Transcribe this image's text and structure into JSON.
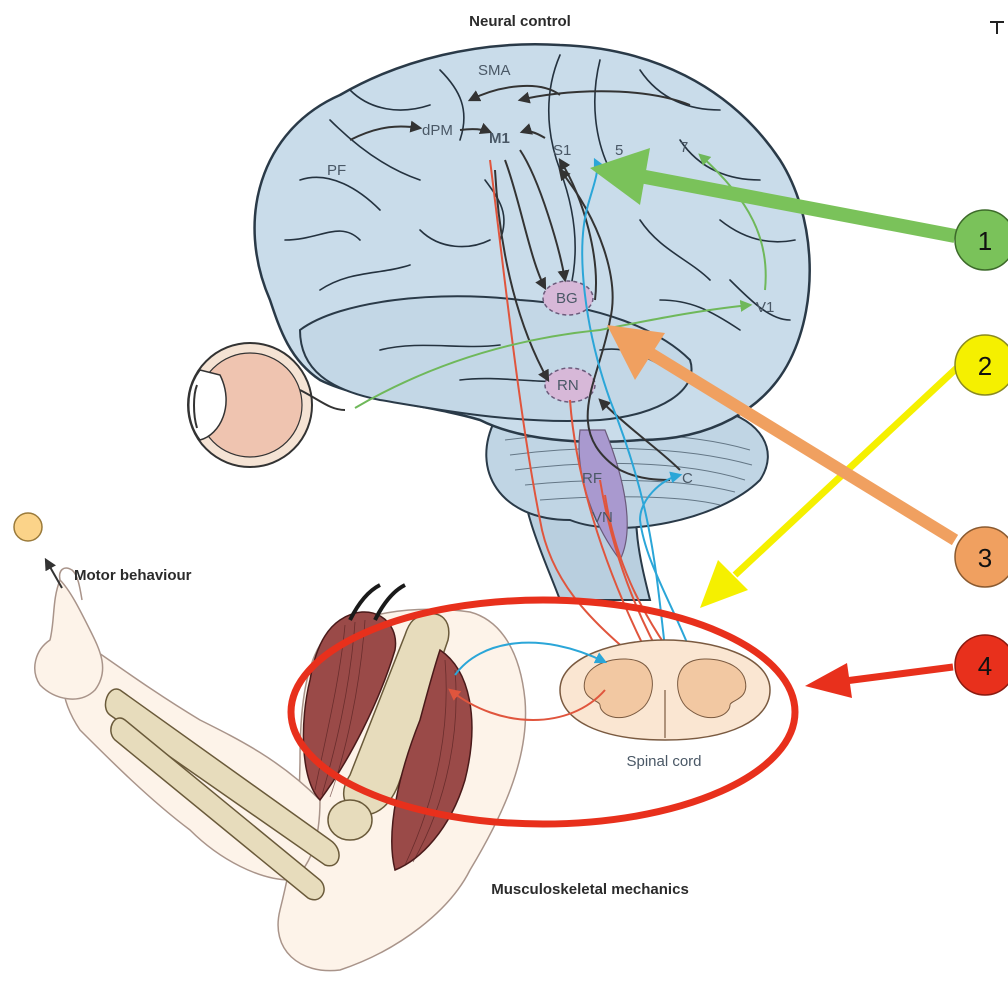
{
  "titles": {
    "top": "Neural control",
    "bottom": "Musculoskeletal mechanics",
    "motor": "Motor behaviour"
  },
  "regions": {
    "sma": "SMA",
    "dpm": "dPM",
    "m1": "M1",
    "s1": "S1",
    "area5": "5",
    "area7": "7",
    "pf": "PF",
    "bg": "BG",
    "v1": "V1",
    "rn": "RN",
    "rf": "RF",
    "vn": "VN",
    "c": "C",
    "spinal": "Spinal cord"
  },
  "callouts": [
    {
      "number": "1",
      "color": "#7ac25a"
    },
    {
      "number": "2",
      "color": "#f5f000"
    },
    {
      "number": "3",
      "color": "#f0a060"
    },
    {
      "number": "4",
      "color": "#e8301c"
    }
  ],
  "colors": {
    "brain": "#c9dcea",
    "brain_outline": "#2a3a48",
    "motor_path": "#e0553d",
    "sensory_path": "#2ba6d8",
    "visual_path": "#6fb85a",
    "nucleus": "#d7b8d8",
    "spinal": "#f2c8a2",
    "highlight_ellipse": "#e8301c"
  }
}
